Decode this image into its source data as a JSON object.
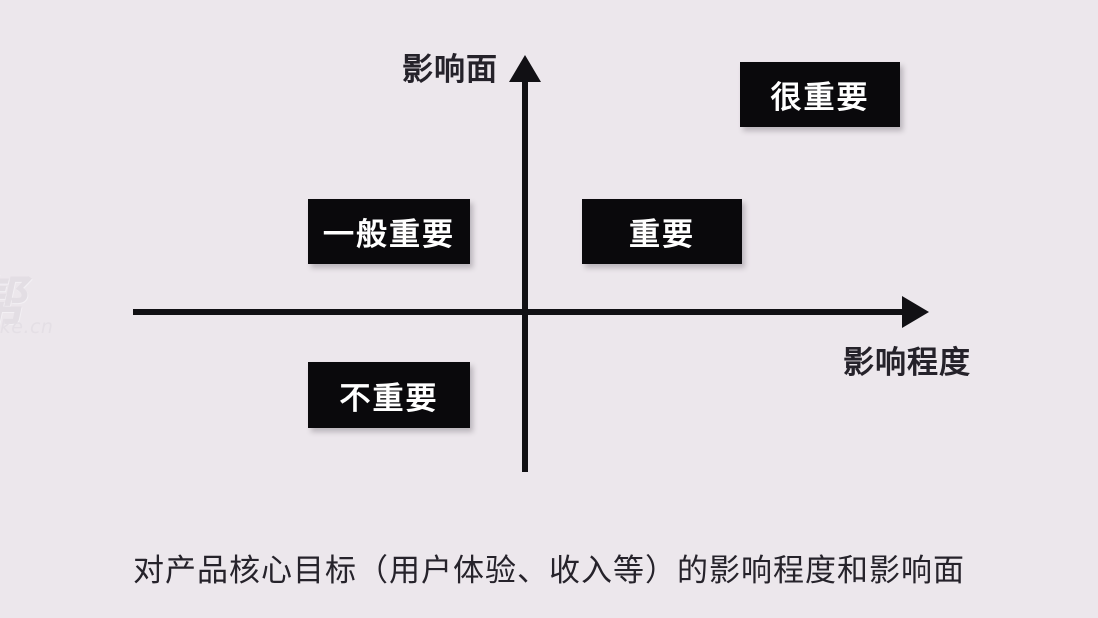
{
  "slide": {
    "background_color": "#ece7ec",
    "caption": "对产品核心目标（用户体验、收入等）的影响程度和影响面"
  },
  "watermark": {
    "mark": "帮",
    "domain": "lieke.cn"
  },
  "chart_data": {
    "type": "scatter",
    "title": "",
    "subtitle": "",
    "xlabel": "影响程度",
    "ylabel": "影响面",
    "grid": false,
    "legend_position": "none",
    "axes": {
      "x": {
        "label": "影响程度",
        "arrow": "right",
        "origin_fraction": 0.5
      },
      "y": {
        "label": "影响面",
        "arrow": "up",
        "origin_fraction": 0.6
      }
    },
    "quadrant_labels": [
      {
        "id": "very-important",
        "text": "很重要",
        "quadrant": "top-right",
        "x_level": "high",
        "y_level": "high"
      },
      {
        "id": "important",
        "text": "重要",
        "quadrant": "top-right-inner",
        "x_level": "medium-high",
        "y_level": "medium"
      },
      {
        "id": "somewhat-important",
        "text": "一般重要",
        "quadrant": "top-left",
        "x_level": "low",
        "y_level": "medium"
      },
      {
        "id": "not-important",
        "text": "不重要",
        "quadrant": "bottom-left",
        "x_level": "low",
        "y_level": "low"
      }
    ],
    "colors": {
      "background": "#ece7ec",
      "axis": "#111014",
      "label_box_fill": "#0a090c",
      "label_box_text": "#ffffff",
      "text": "#26232b"
    }
  }
}
